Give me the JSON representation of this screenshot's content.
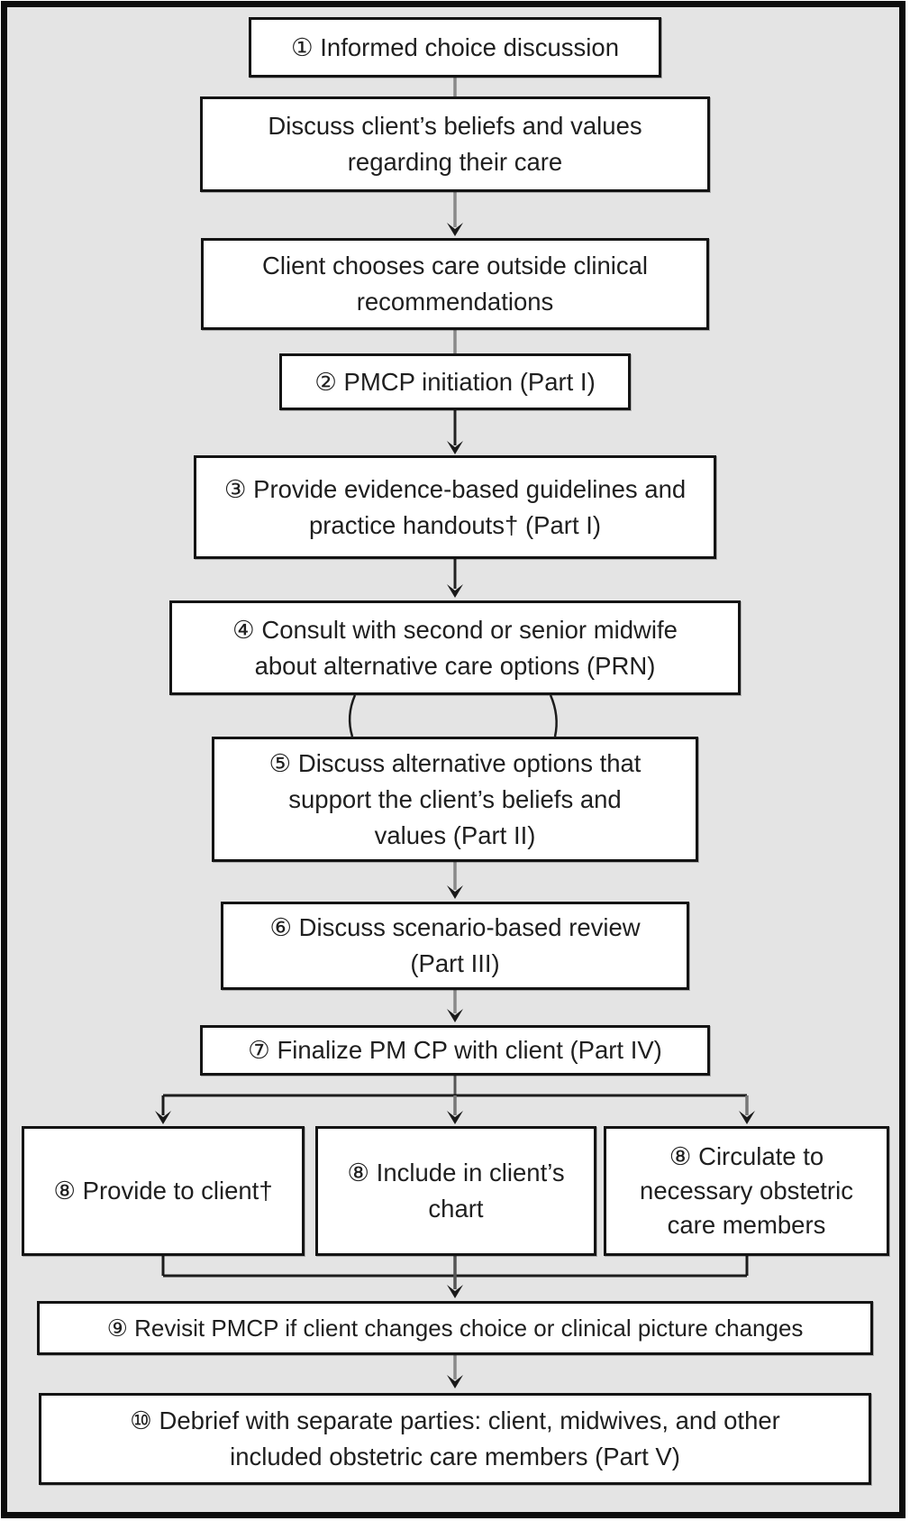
{
  "figure": {
    "type": "flowchart",
    "background_color": "#e4e4e4",
    "box_fill": "#ffffff",
    "box_border_color": "#141414",
    "connector_gray": "#8a8a8a",
    "connector_black": "#222222",
    "arrowhead_color": "#1a1a1a"
  },
  "nodes": [
    {
      "id": "informed-choice",
      "lines": [
        "① Informed choice discussion"
      ]
    },
    {
      "id": "discuss-beliefs",
      "lines": [
        "Discuss client’s beliefs and values",
        "regarding their care"
      ]
    },
    {
      "id": "client-chooses",
      "lines": [
        "Client chooses care outside clinical",
        "recommendations"
      ]
    },
    {
      "id": "pmcp-initiation",
      "lines": [
        "② PMCP initiation (Part I)"
      ]
    },
    {
      "id": "provide-guidelines",
      "lines": [
        "③ Provide evidence-based guidelines and",
        "practice handouts† (Part I)"
      ]
    },
    {
      "id": "consult-midwife",
      "lines": [
        "④ Consult with second or senior midwife",
        "about alternative care options (PRN)"
      ]
    },
    {
      "id": "discuss-alternatives",
      "lines": [
        "⑤ Discuss alternative options that",
        "support the client’s beliefs and",
        "values (Part II)"
      ]
    },
    {
      "id": "scenario-review",
      "lines": [
        "⑥ Discuss scenario-based review",
        "(Part III)"
      ]
    },
    {
      "id": "finalize-pmcp",
      "lines": [
        "⑦ Finalize PM CP with client (Part IV)"
      ]
    },
    {
      "id": "provide-to-client",
      "lines": [
        "⑧ Provide to client†"
      ]
    },
    {
      "id": "include-in-chart",
      "lines": [
        "⑧ Include in client’s",
        "chart"
      ]
    },
    {
      "id": "circulate-members",
      "lines": [
        "⑧ Circulate to",
        "necessary obstetric",
        "care members"
      ]
    },
    {
      "id": "revisit-pmcp",
      "lines": [
        "⑨ Revisit PMCP if client changes choice or clinical picture changes"
      ]
    },
    {
      "id": "debrief",
      "lines": [
        "⑩ Debrief with separate parties: client, midwives, and other",
        "included obstetric care members (Part V)"
      ]
    }
  ],
  "edges": [
    {
      "from": "informed-choice",
      "to": "discuss-beliefs"
    },
    {
      "from": "discuss-beliefs",
      "to": "client-chooses"
    },
    {
      "from": "client-chooses",
      "to": "pmcp-initiation"
    },
    {
      "from": "pmcp-initiation",
      "to": "provide-guidelines"
    },
    {
      "from": "provide-guidelines",
      "to": "consult-midwife"
    },
    {
      "from": "consult-midwife",
      "to": "discuss-alternatives"
    },
    {
      "from": "discuss-alternatives",
      "to": "scenario-review"
    },
    {
      "from": "scenario-review",
      "to": "finalize-pmcp"
    },
    {
      "from": "finalize-pmcp",
      "to": "provide-to-client"
    },
    {
      "from": "finalize-pmcp",
      "to": "include-in-chart"
    },
    {
      "from": "finalize-pmcp",
      "to": "circulate-members"
    },
    {
      "from": "provide-to-client",
      "to": "revisit-pmcp"
    },
    {
      "from": "include-in-chart",
      "to": "revisit-pmcp"
    },
    {
      "from": "circulate-members",
      "to": "revisit-pmcp"
    },
    {
      "from": "revisit-pmcp",
      "to": "debrief"
    }
  ]
}
